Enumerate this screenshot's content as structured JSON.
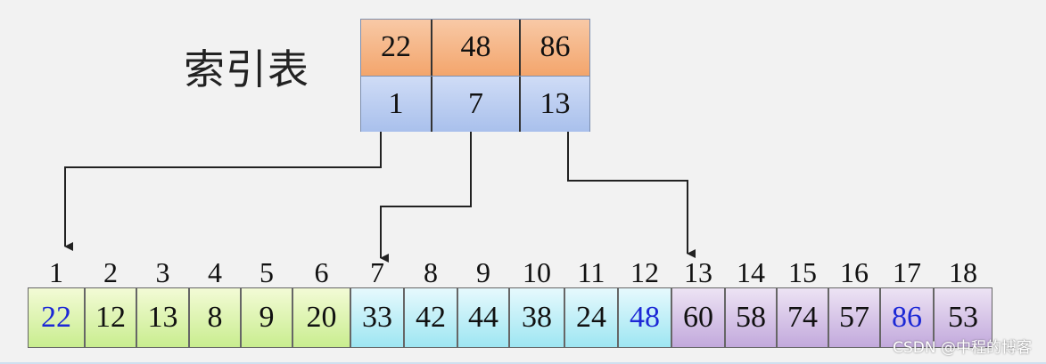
{
  "title": "索引表",
  "index_table": {
    "keys": [
      "22",
      "48",
      "86"
    ],
    "starts": [
      "1",
      "7",
      "13"
    ]
  },
  "positions": [
    "1",
    "2",
    "3",
    "4",
    "5",
    "6",
    "7",
    "8",
    "9",
    "10",
    "11",
    "12",
    "13",
    "14",
    "15",
    "16",
    "17",
    "18"
  ],
  "blocks": [
    {
      "values": [
        "22",
        "12",
        "13",
        "8",
        "9",
        "20"
      ],
      "max": "22"
    },
    {
      "values": [
        "33",
        "42",
        "44",
        "38",
        "24",
        "48"
      ],
      "max": "48"
    },
    {
      "values": [
        "60",
        "58",
        "74",
        "57",
        "86",
        "53"
      ],
      "max": "86"
    }
  ],
  "colors": {
    "key_row": "#f3a56c",
    "start_row": "#a9c0ec",
    "block_1": "#c9ed8f",
    "block_2": "#9ee6f2",
    "block_3": "#c2a9dc",
    "highlight_text": "#1c28d6",
    "arrow": "#222222"
  },
  "watermark": "CSDN @中程的博客"
}
